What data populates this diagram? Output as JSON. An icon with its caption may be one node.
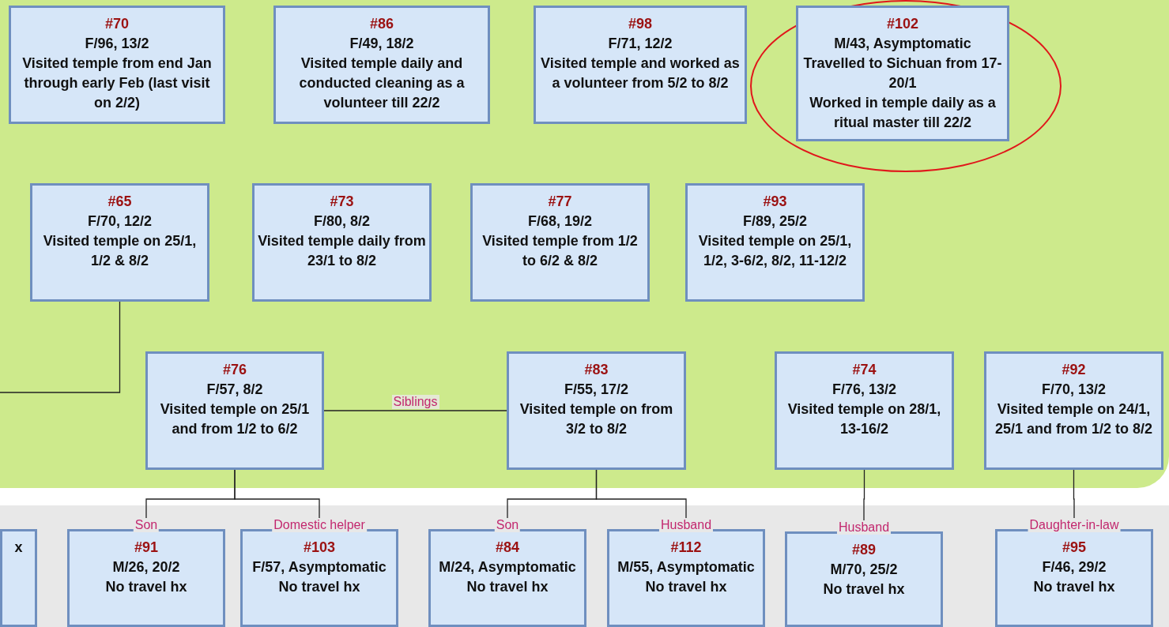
{
  "diagram": {
    "nodes": [
      {
        "text": [],
        "shape": "box"
      },
      {
        "text": [
          "#70",
          "F/96, 13/2",
          "Visited temple from end Jan through early Feb (last visit on 2/2)"
        ],
        "in": 0
      },
      {
        "text": [
          "#86",
          "F/49, 18/2",
          "Visited temple daily and conducted cleaning as a volunteer till 22/2"
        ],
        "in": 0
      },
      {
        "text": [
          "#98",
          "F/71, 12/2",
          "Visited temple and worked as a volunteer from 5/2 to 8/2"
        ],
        "in": 0
      },
      {
        "text": [
          "#102",
          "M/43, Asymptomatic",
          "Travelled to Sichuan from 17-20/1",
          "Worked in temple daily as a ritual master till 22/2"
        ],
        "in": 0
      },
      {
        "text": [
          "#65",
          "F/70, 12/2",
          "Visited temple on 25/1, 1/2 & 8/2"
        ],
        "in": 0
      },
      {
        "text": [
          "#73",
          "F/80, 8/2",
          "Visited temple daily from 23/1 to 8/2"
        ],
        "in": 0
      },
      {
        "text": [
          "#77",
          "F/68, 19/2",
          "Visited temple from 1/2 to 6/2 & 8/2"
        ],
        "in": 0
      },
      {
        "text": [
          "#93",
          "F/89, 25/2",
          "Visited temple on 25/1, 1/2, 3-6/2, 8/2, 11-12/2"
        ],
        "in": 0
      },
      {
        "text": [
          "#76",
          "F/57, 8/2",
          "Visited temple on 25/1 and from 1/2 to 6/2"
        ],
        "in": 0
      },
      {
        "text": [
          "#83",
          "F/55, 17/2",
          "Visited temple on from 3/2 to 8/2"
        ],
        "in": 0
      },
      {
        "text": [
          "#74",
          "F/76, 13/2",
          "Visited temple on 28/1, 13-16/2"
        ],
        "in": 0
      },
      {
        "text": [
          "#92",
          "F/70, 13/2",
          "Visited temple on 24/1, 25/1 and from 1/2 to 8/2"
        ],
        "in": 0
      },
      {
        "text": [],
        "shape": "box"
      },
      {
        "text": [
          "x"
        ],
        "in": 13
      },
      {
        "text": [
          "#91",
          "M/26, 20/2",
          "No travel hx"
        ],
        "in": 13
      },
      {
        "text": [
          "#103",
          "F/57, Asymptomatic",
          "No travel hx"
        ],
        "in": 13
      },
      {
        "text": [
          "#84",
          "M/24, Asymptomatic",
          "No travel hx"
        ],
        "in": 13
      },
      {
        "text": [
          "#112",
          "M/55, Asymptomatic",
          "No travel hx"
        ],
        "in": 13
      },
      {
        "text": [
          "#89",
          "M/70, 25/2",
          "No travel hx"
        ],
        "in": 13
      },
      {
        "text": [
          "#95",
          "F/46, 29/2",
          "No travel hx"
        ],
        "in": 13
      }
    ],
    "edges": [
      {
        "from": 5,
        "to": null,
        "arrow": "none"
      },
      {
        "from": 9,
        "to": 10,
        "arrow": "none",
        "label": "Siblings"
      },
      {
        "from": 9,
        "to": 15,
        "arrow": "none",
        "label": "Son"
      },
      {
        "from": 9,
        "to": 16,
        "arrow": "none",
        "label": "Domestic helper"
      },
      {
        "from": 10,
        "to": 17,
        "arrow": "none",
        "label": "Son"
      },
      {
        "from": 10,
        "to": 18,
        "arrow": "none",
        "label": "Husband"
      },
      {
        "from": 11,
        "to": 19,
        "arrow": "none",
        "label": "Husband"
      },
      {
        "from": 12,
        "to": 20,
        "arrow": "none",
        "label": "Daughter-in-law"
      }
    ]
  }
}
